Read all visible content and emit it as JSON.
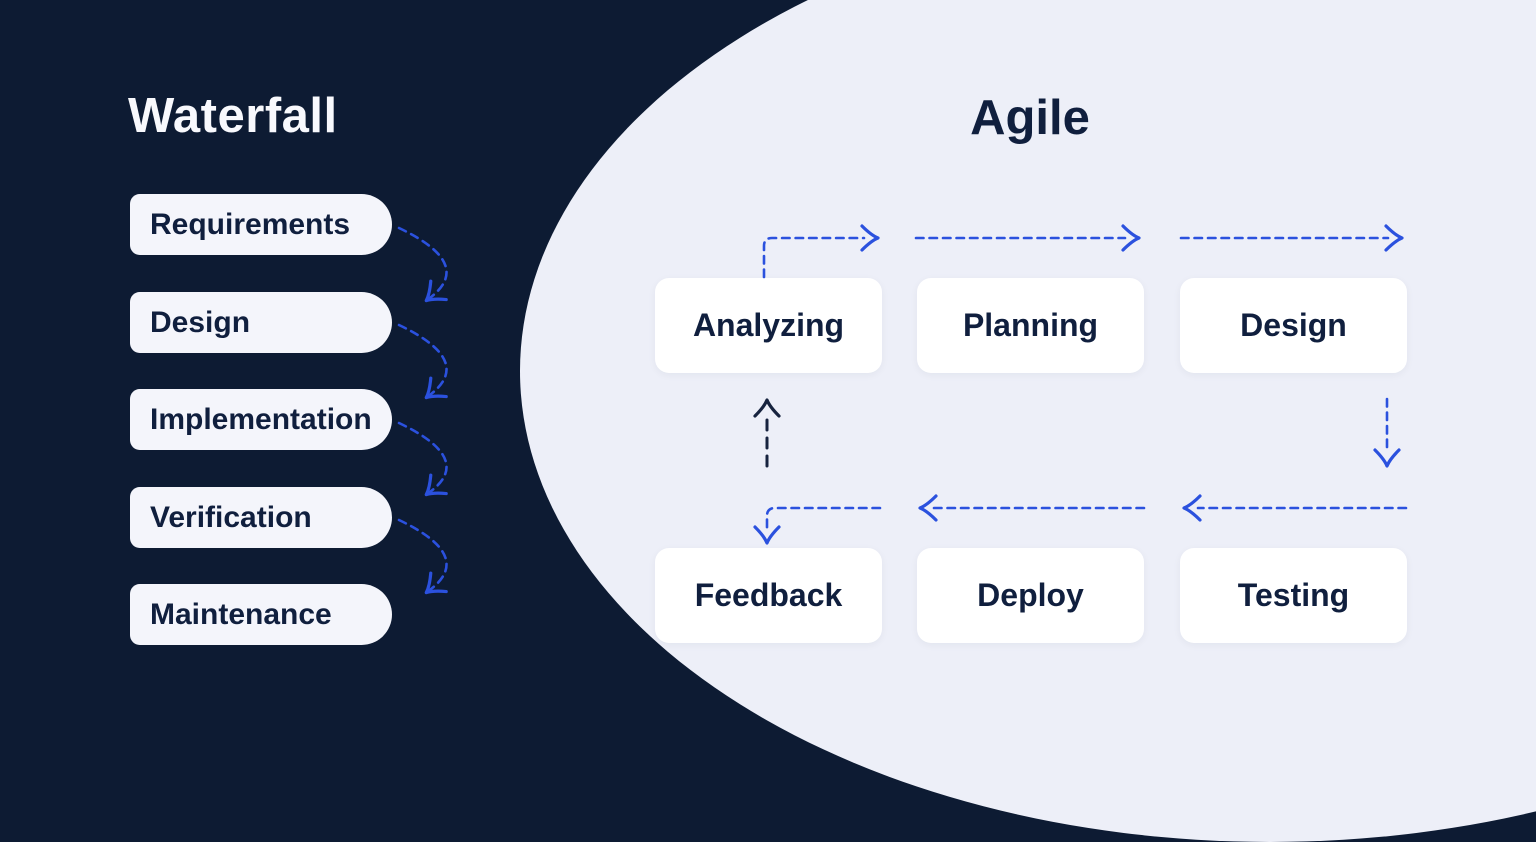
{
  "diagram": {
    "waterfall": {
      "title": "Waterfall",
      "steps": [
        {
          "label": "Requirements"
        },
        {
          "label": "Design"
        },
        {
          "label": "Implementation"
        },
        {
          "label": "Verification"
        },
        {
          "label": "Maintenance"
        }
      ],
      "flow": "Requirements -> Design -> Implementation -> Verification -> Maintenance"
    },
    "agile": {
      "title": "Agile",
      "boxes": [
        {
          "label": "Analyzing"
        },
        {
          "label": "Planning"
        },
        {
          "label": "Design"
        },
        {
          "label": "Feedback"
        },
        {
          "label": "Deploy"
        },
        {
          "label": "Testing"
        }
      ],
      "cycle": [
        "Analyzing",
        "Planning",
        "Design",
        "Testing",
        "Deploy",
        "Feedback",
        "Analyzing"
      ]
    },
    "colors": {
      "background_dark": "#0D1B33",
      "panel_light": "#EDEFF8",
      "card_white": "#FFFFFF",
      "waterfall_card": "#F4F5FB",
      "arrow_blue": "#2B51DE",
      "arrow_dark": "#17233F",
      "text_navy": "#101F3E",
      "title_white": "#F8F9FD"
    }
  }
}
